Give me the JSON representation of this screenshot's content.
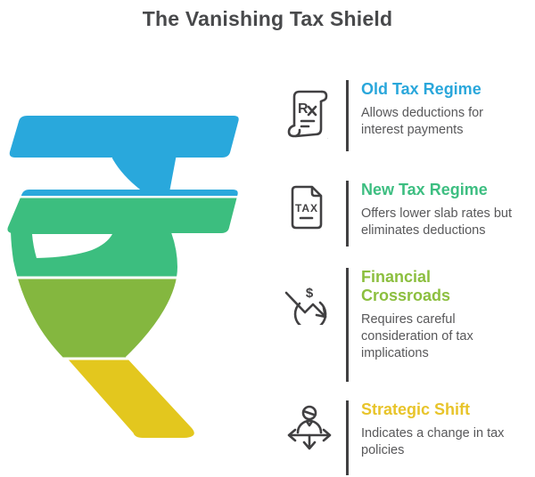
{
  "page_title": "The Vanishing Tax Shield",
  "colors": {
    "heading_text": "#48494b",
    "body_text": "#58585a",
    "divider": "#414042",
    "icon_stroke": "#414042"
  },
  "rupee_graphic": {
    "name": "segmented-rupee-symbol",
    "segments": [
      {
        "label": "top",
        "color": "#29a8dc"
      },
      {
        "label": "upper-middle",
        "color": "#3cbe7f"
      },
      {
        "label": "lower-middle",
        "color": "#84b73f"
      },
      {
        "label": "bottom",
        "color": "#e3c71e"
      }
    ]
  },
  "items": [
    {
      "icon": "prescription-scroll-icon",
      "icon_glyph": "R",
      "icon_glyph2": "x",
      "title": "Old Tax Regime",
      "title_color": "#2aa7db",
      "description": "Allows deductions for interest payments"
    },
    {
      "icon": "tax-document-icon",
      "icon_glyph": "TAX",
      "title": "New Tax Regime",
      "title_color": "#3dbe81",
      "description": "Offers lower slab rates but eliminates deductions"
    },
    {
      "icon": "dollar-decline-icon",
      "icon_glyph": "$",
      "title": "Financial Crossroads",
      "title_color": "#8cbf3f",
      "description": "Requires careful consideration of tax implications"
    },
    {
      "icon": "person-direction-icon",
      "title": "Strategic Shift",
      "title_color": "#e8c42a",
      "description": "Indicates a change in tax policies"
    }
  ]
}
